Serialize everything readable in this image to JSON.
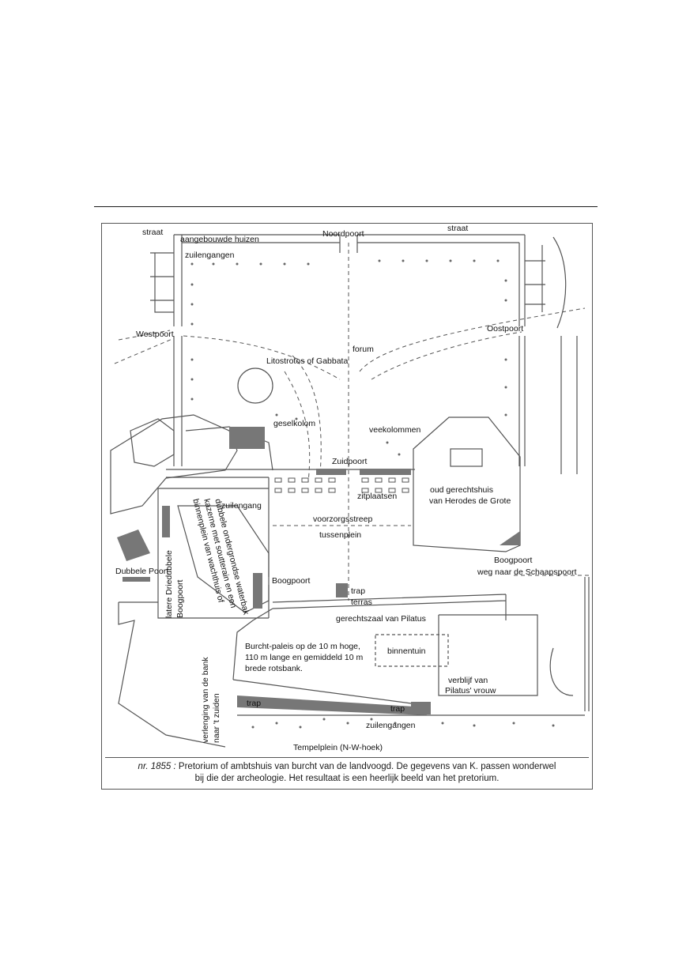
{
  "labels": {
    "straat_w": "straat",
    "straat_e": "straat",
    "aangebouwde": "aangebouwde huizen",
    "noordpoort": "Noordpoort",
    "zuilengangen_n": "zuilengangen",
    "westpoort": "Westpoort",
    "oostpoort": "Oostpoort",
    "forum": "forum",
    "litostrotos": "Litostrotos of Gabbata",
    "geselkolom": "geselkolom",
    "veekolommen": "veekolommen",
    "zuidpoort": "Zuidpoort",
    "oud_gerechtshuis_1": "oud gerechtshuis",
    "oud_gerechtshuis_2": "van Herodes de Grote",
    "zitplaatsen": "zitplaatsen",
    "zuilengang": "zuilengang",
    "voorzorgsstreep": "voorzorgsstreep",
    "tussenplein": "tussenplein",
    "dubbele_poort": "Dubbele Poort",
    "boogpoort_e": "Boogpoort",
    "weg_schaapspoort": "weg naar de Schaapspoort",
    "boogpoort_c": "Boogpoort",
    "trap_1": "trap",
    "terras": "terras",
    "gerechtszaal": "gerechtszaal van Pilatus",
    "burcht_1": "Burcht-paleis op de 10 m hoge,",
    "burcht_2": "110 m lange en gemiddeld 10 m",
    "burcht_3": "brede rotsbank.",
    "binnentuin": "binnentuin",
    "verblijf_1": "verblijf van",
    "verblijf_2": "Pilatus' vrouw",
    "trap_2": "trap",
    "trap_3": "trap",
    "zuilengangen_s": "zuilengangen",
    "tempelplein": "Tempelplein (N-W-hoek)",
    "latere_1": "latere Driedubbele",
    "latere_2": "Boogpoort",
    "binnenplein_1": "binnenplein van wachthuis of",
    "binnenplein_2": "kazerne met soutterain en een",
    "binnenplein_3": "dubbele ondergrondse waterbak",
    "verlenging_1": "verlenging van de bank",
    "verlenging_2": "naar 't zuiden"
  },
  "caption": {
    "number": "nr. 1855 :",
    "line1": "Pretorium of ambtshuis van burcht van de landvoogd.  De gegevens van K. passen wonderwel",
    "line2": "bij die der archeologie.  Het resultaat is een heerlijk beeld van het pretorium."
  }
}
